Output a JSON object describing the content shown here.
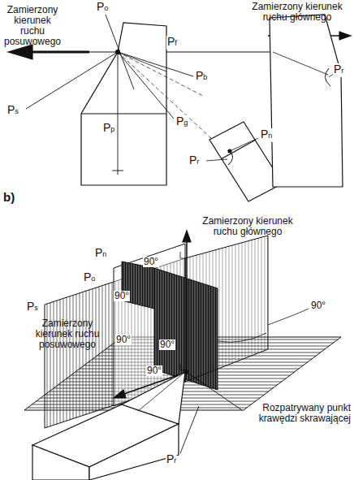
{
  "diagram": {
    "labels": [
      "Zamierzony kierunek ruchu głównego",
      "Po",
      "Zamierzony kierunek ruchu posuwowego",
      "Pf",
      "Pb",
      "Pr",
      "Ps",
      "Pp",
      "Pg",
      "Pn",
      "Pr",
      "b)",
      "Zamierzony kierunek ruchu głównego",
      "Pn",
      "90°",
      "Po",
      "90°",
      "Ps",
      "90°",
      "Zamierzony kierunek ruchu posuwowego",
      "90°",
      "90°",
      "90°",
      "Rozpatrywany punkt krawędzi skrawającej",
      "Pr"
    ]
  }
}
